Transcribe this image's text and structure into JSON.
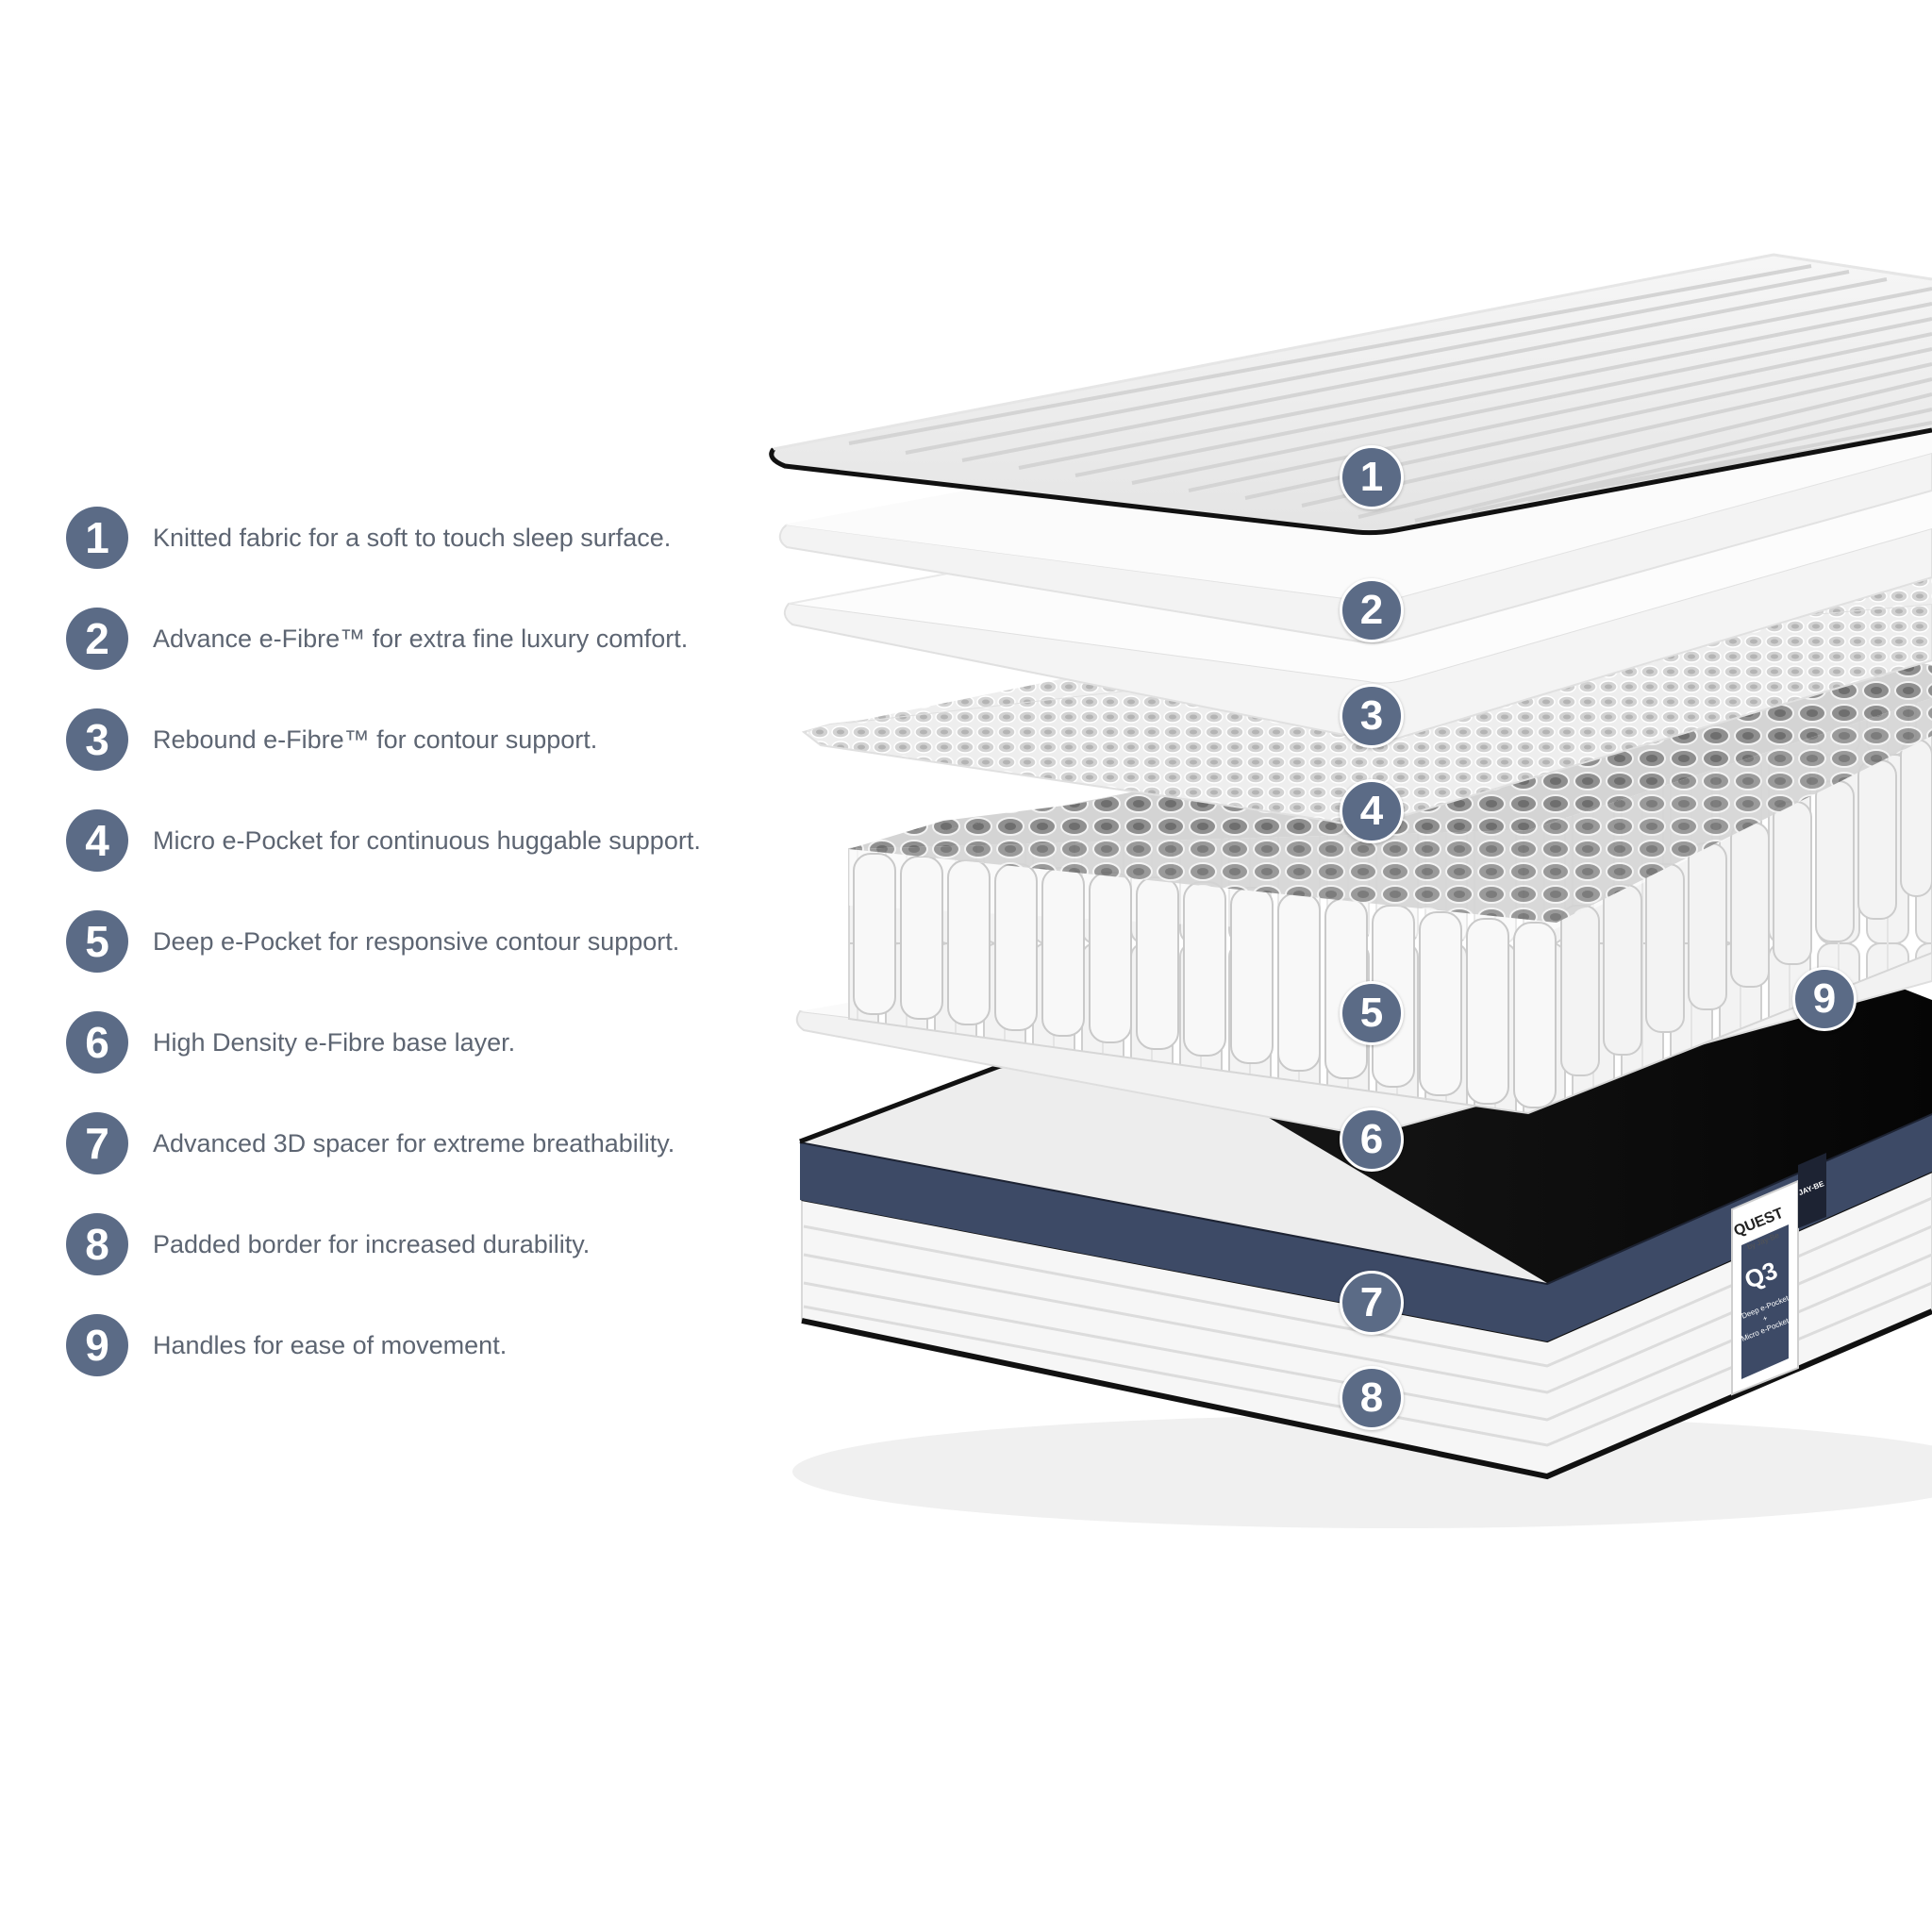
{
  "legend": [
    {
      "number": "1",
      "text": "Knitted fabric for a soft to touch sleep surface."
    },
    {
      "number": "2",
      "text": "Advance e-Fibre™ for extra fine luxury comfort."
    },
    {
      "number": "3",
      "text": "Rebound e-Fibre™ for contour support."
    },
    {
      "number": "4",
      "text": "Micro e-Pocket for continuous huggable support."
    },
    {
      "number": "5",
      "text": "Deep e-Pocket for responsive contour support."
    },
    {
      "number": "6",
      "text": "High Density e-Fibre base layer."
    },
    {
      "number": "7",
      "text": "Advanced 3D spacer for extreme breathability."
    },
    {
      "number": "8",
      "text": "Padded border for increased durability."
    },
    {
      "number": "9",
      "text": "Handles for ease of movement."
    }
  ],
  "callouts": [
    "1",
    "2",
    "3",
    "4",
    "5",
    "6",
    "7",
    "8",
    "9"
  ],
  "label": {
    "brand": "QUEST",
    "brand_sub": "by Jay-Be",
    "model": "Q3",
    "desc_line1": "Deep e-Pocket",
    "desc_line2": "+",
    "desc_line3": "Micro e-Pocket",
    "tag": "JAY-BE"
  },
  "colors": {
    "badge": "#5b6b86",
    "legend_text": "#5d6572",
    "border_navy": "#3d4a66",
    "spacer_black": "#0b0b0b"
  }
}
